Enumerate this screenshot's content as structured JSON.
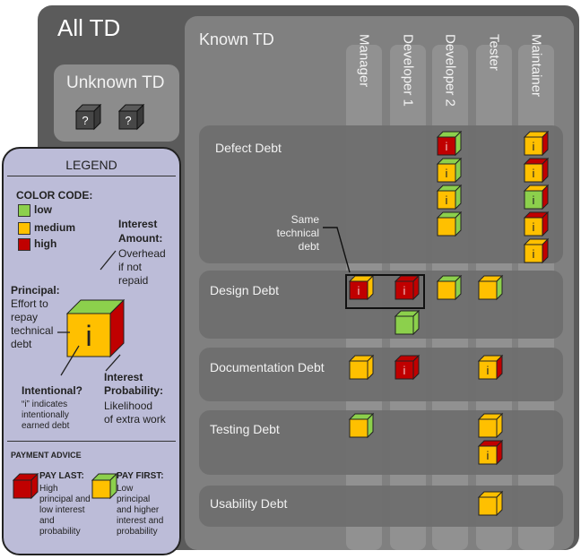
{
  "all_td": {
    "title": "All TD"
  },
  "unknown_td": {
    "title": "Unknown TD",
    "cube_label": "?"
  },
  "known_td": {
    "title": "Known TD",
    "roles": [
      "Manager",
      "Developer 1",
      "Developer 2",
      "Tester",
      "Maintainer"
    ],
    "debt_types": [
      "Defect Debt",
      "Design Debt",
      "Documentation Debt",
      "Testing Debt",
      "Usability Debt"
    ]
  },
  "same_debt_note": {
    "line1": "Same",
    "line2": "technical",
    "line3": "debt"
  },
  "legend": {
    "title": "LEGEND",
    "color_code_title": "COLOR CODE:",
    "low": "low",
    "medium": "medium",
    "high": "high",
    "interest_amount": "Interest Amount:",
    "interest_amount_desc1": "Overhead",
    "interest_amount_desc2": "if not",
    "interest_amount_desc3": "repaid",
    "principal": "Principal:",
    "principal_desc1": "Effort to",
    "principal_desc2": "repay",
    "principal_desc3": "technical",
    "principal_desc4": "debt",
    "intentional": "Intentional?",
    "intentional_desc1": "“i” indicates",
    "intentional_desc2": "intentionally",
    "intentional_desc3": "earned debt",
    "interest_probability": "Interest Probability:",
    "interest_probability_desc1": "Likelihood",
    "interest_probability_desc2": "of extra work",
    "cube_label": "i",
    "payment_advice": "PAYMENT ADVICE",
    "pay_last": "PAY LAST:",
    "pay_last_desc1": "High",
    "pay_last_desc2": "principal and",
    "pay_last_desc3": "low interest",
    "pay_last_desc4": "and",
    "pay_last_desc5": "probability",
    "pay_first": "PAY FIRST:",
    "pay_first_desc1": "Low",
    "pay_first_desc2": "principal",
    "pay_first_desc3": "and higher",
    "pay_first_desc4": "interest and",
    "pay_first_desc5": "probability"
  },
  "colors": {
    "low": "#8cd04c",
    "medium": "#ffc000",
    "high": "#c00000"
  },
  "cubes": [
    {
      "row": "Defect Debt",
      "role": "Developer 2",
      "front": "high",
      "top": "low",
      "side": "low",
      "label": "i"
    },
    {
      "row": "Defect Debt",
      "role": "Developer 2",
      "front": "medium",
      "top": "low",
      "side": "low",
      "label": "i"
    },
    {
      "row": "Defect Debt",
      "role": "Developer 2",
      "front": "medium",
      "top": "low",
      "side": "low",
      "label": "i"
    },
    {
      "row": "Defect Debt",
      "role": "Developer 2",
      "front": "medium",
      "top": "low",
      "side": "low",
      "label": ""
    },
    {
      "row": "Defect Debt",
      "role": "Maintainer",
      "front": "medium",
      "top": "medium",
      "side": "high",
      "label": "i"
    },
    {
      "row": "Defect Debt",
      "role": "Maintainer",
      "front": "medium",
      "top": "high",
      "side": "high",
      "label": "i"
    },
    {
      "row": "Defect Debt",
      "role": "Maintainer",
      "front": "low",
      "top": "medium",
      "side": "high",
      "label": "i"
    },
    {
      "row": "Defect Debt",
      "role": "Maintainer",
      "front": "medium",
      "top": "high",
      "side": "high",
      "label": "i"
    },
    {
      "row": "Defect Debt",
      "role": "Maintainer",
      "front": "medium",
      "top": "medium",
      "side": "high",
      "label": "i"
    },
    {
      "row": "Design Debt",
      "role": "Manager",
      "front": "high",
      "top": "medium",
      "side": "medium",
      "label": "i"
    },
    {
      "row": "Design Debt",
      "role": "Developer 1",
      "front": "high",
      "top": "high",
      "side": "high",
      "label": "i"
    },
    {
      "row": "Design Debt",
      "role": "Developer 1",
      "front": "low",
      "top": "low",
      "side": "low",
      "label": ""
    },
    {
      "row": "Design Debt",
      "role": "Developer 2",
      "front": "medium",
      "top": "low",
      "side": "low",
      "label": ""
    },
    {
      "row": "Design Debt",
      "role": "Tester",
      "front": "medium",
      "top": "medium",
      "side": "low",
      "label": ""
    },
    {
      "row": "Documentation Debt",
      "role": "Manager",
      "front": "medium",
      "top": "medium",
      "side": "medium",
      "label": ""
    },
    {
      "row": "Documentation Debt",
      "role": "Developer 1",
      "front": "high",
      "top": "high",
      "side": "high",
      "label": "i"
    },
    {
      "row": "Documentation Debt",
      "role": "Tester",
      "front": "medium",
      "top": "medium",
      "side": "high",
      "label": "i"
    },
    {
      "row": "Testing Debt",
      "role": "Manager",
      "front": "medium",
      "top": "low",
      "side": "low",
      "label": ""
    },
    {
      "row": "Testing Debt",
      "role": "Tester",
      "front": "medium",
      "top": "medium",
      "side": "medium",
      "label": ""
    },
    {
      "row": "Testing Debt",
      "role": "Tester",
      "front": "medium",
      "top": "high",
      "side": "high",
      "label": "i"
    },
    {
      "row": "Usability Debt",
      "role": "Tester",
      "front": "medium",
      "top": "medium",
      "side": "medium",
      "label": ""
    }
  ]
}
